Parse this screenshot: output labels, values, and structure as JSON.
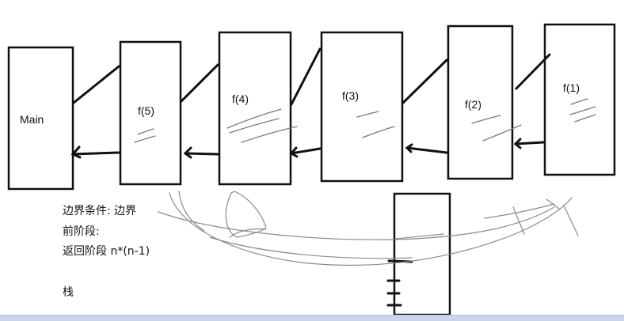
{
  "frames": [
    "Main",
    "f(5)",
    "f(4)",
    "f(3)",
    "f(2)",
    "f(1)"
  ],
  "notes": {
    "boundary": "边界条件: 边界",
    "forward": "前阶段:",
    "return_phase": "返回阶段  n*(n-1)",
    "stack": "栈"
  },
  "colors": {
    "ink": "#111111",
    "scribble": "#7a7a7a",
    "background": "#ffffff",
    "bottom_bar": "#c9d6ea"
  }
}
